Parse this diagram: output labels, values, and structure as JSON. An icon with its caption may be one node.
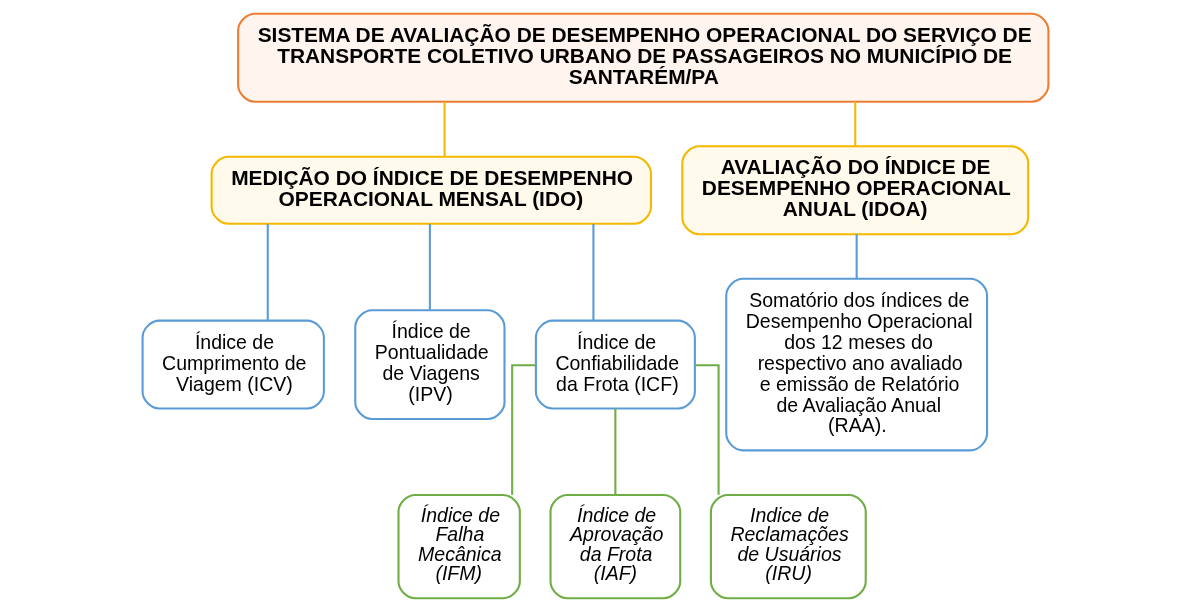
{
  "diagram": {
    "nodes": [
      {
        "text": [
          "SISTEMA DE AVALIAÇÃO DE DESEMPENHO OPERACIONAL DO SERVIÇO DE TRANSPORTE COLETIVO URBANO DE PASSAGEIROS NO MUNICÍPIO DE SANTARÉM/PA"
        ]
      },
      {
        "text": [
          "MEDIÇÃO DO ÍNDICE DE DESEMPENHO OPERACIONAL MENSAL (IDO)"
        ]
      },
      {
        "text": [
          "AVALIAÇÃO DO ÍNDICE DE DESEMPENHO OPERACIONAL ANUAL (IDOA)"
        ]
      },
      {
        "text": [
          "Índice de Cumprimento de Viagem (ICV)"
        ]
      },
      {
        "text": [
          "Índice de Pontualidade de Viagens (IPV)"
        ]
      },
      {
        "text": [
          "Índice de Confiabilidade da Frota (ICF)"
        ]
      },
      {
        "text": [
          "Somatório dos índices de Desempenho Operacional dos 12 meses do respectivo ano avaliado e emissão de Relatório de Avaliação Anual (RAA)."
        ]
      },
      {
        "text": [
          "Índice de Falha Mecânica (IFM)"
        ]
      },
      {
        "text": [
          "Índice de Aprovação da Frota (IAF)"
        ]
      },
      {
        "text": [
          "Indice de Reclamações de Usuários (IRU)"
        ]
      }
    ],
    "edges": [
      {
        "from": 0,
        "to": 1,
        "arrow": "none",
        "color": "#f5b800"
      },
      {
        "from": 0,
        "to": 2,
        "arrow": "none",
        "color": "#f5b800"
      },
      {
        "from": 1,
        "to": 3,
        "arrow": "none",
        "color": "#5b9bd5"
      },
      {
        "from": 1,
        "to": 4,
        "arrow": "none",
        "color": "#5b9bd5"
      },
      {
        "from": 1,
        "to": 5,
        "arrow": "none",
        "color": "#5b9bd5"
      },
      {
        "from": 2,
        "to": 6,
        "arrow": "none",
        "color": "#5b9bd5"
      },
      {
        "from": 5,
        "to": 7,
        "arrow": "none",
        "color": "#70ad47"
      },
      {
        "from": 5,
        "to": 8,
        "arrow": "none",
        "color": "#70ad47"
      },
      {
        "from": 5,
        "to": 9,
        "arrow": "none",
        "color": "#70ad47"
      }
    ]
  }
}
